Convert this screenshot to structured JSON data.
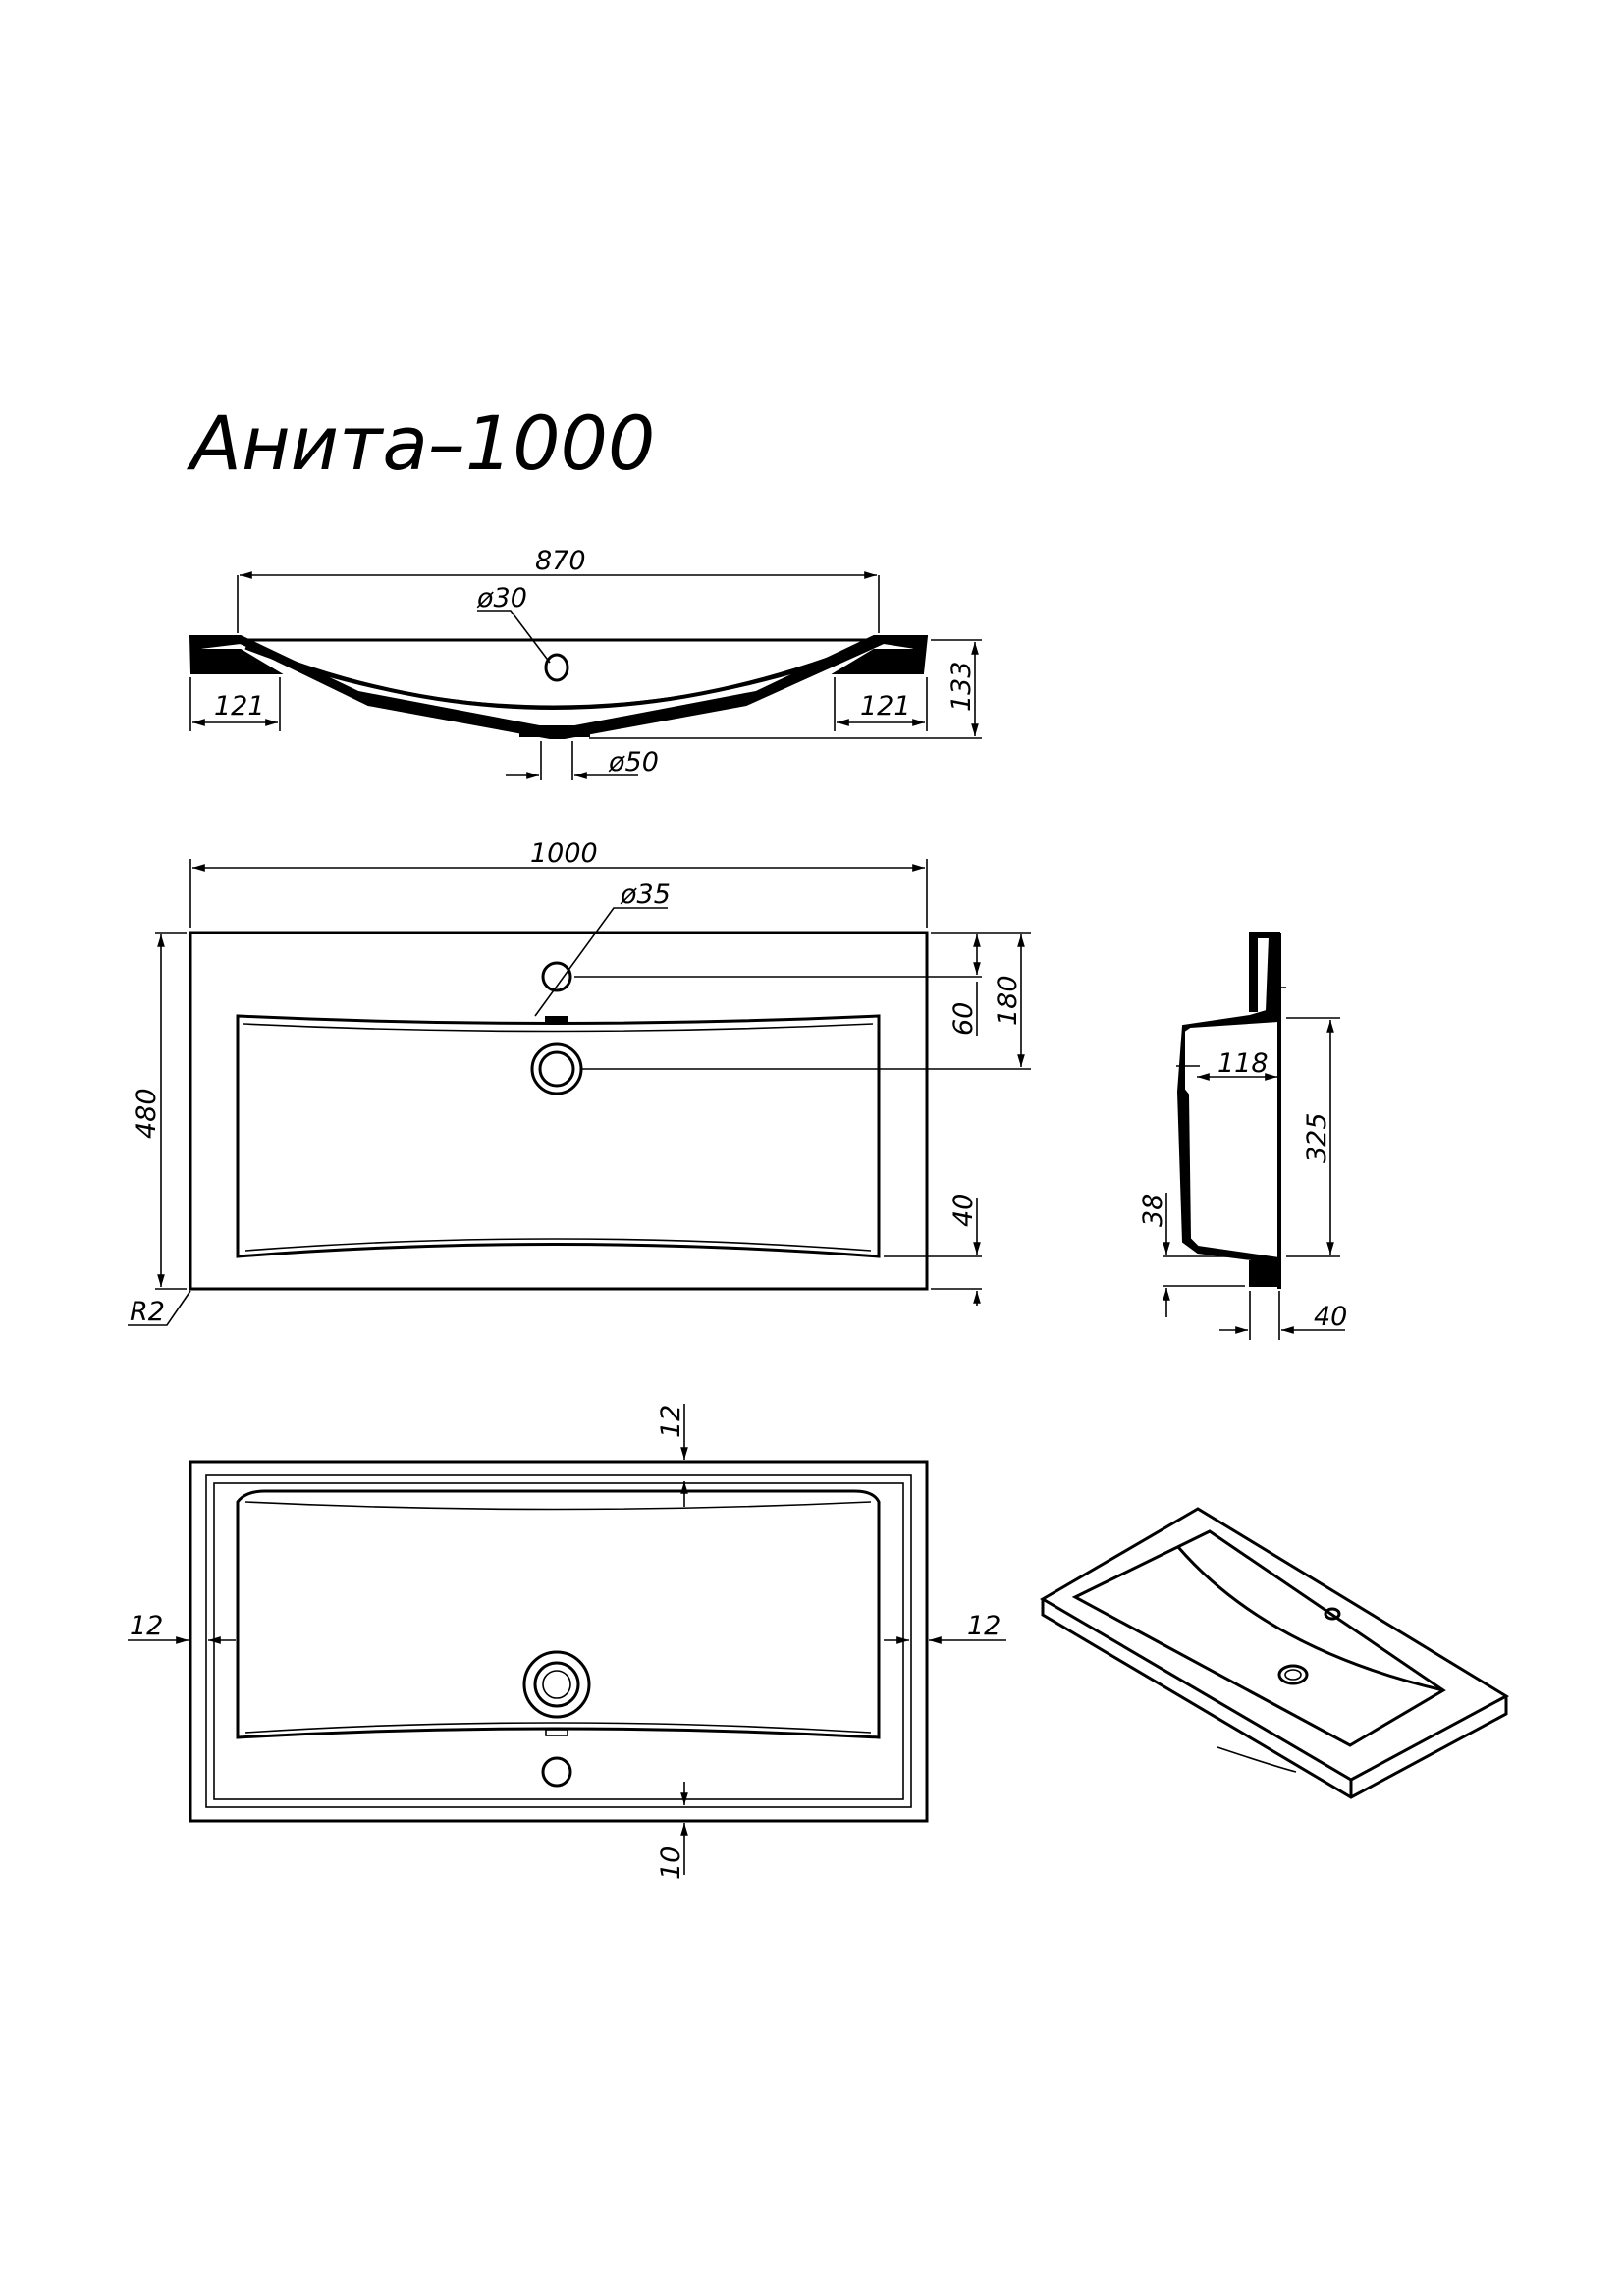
{
  "title": "Анита–1000",
  "front_section": {
    "width_870": "870",
    "tap_hole": "ø30",
    "rim_left": "121",
    "rim_right": "121",
    "height": "133",
    "drain": "ø50"
  },
  "plan_view": {
    "width": "1000",
    "tap_hole": "ø35",
    "depth": "480",
    "dim_60": "60",
    "dim_180": "180",
    "dim_40": "40",
    "radius": "R2"
  },
  "side_section": {
    "dim_118": "118",
    "dim_325": "325",
    "dim_38": "38",
    "dim_40": "40"
  },
  "bottom_view": {
    "top": "12",
    "left": "12",
    "right": "12",
    "bottom": "10"
  }
}
